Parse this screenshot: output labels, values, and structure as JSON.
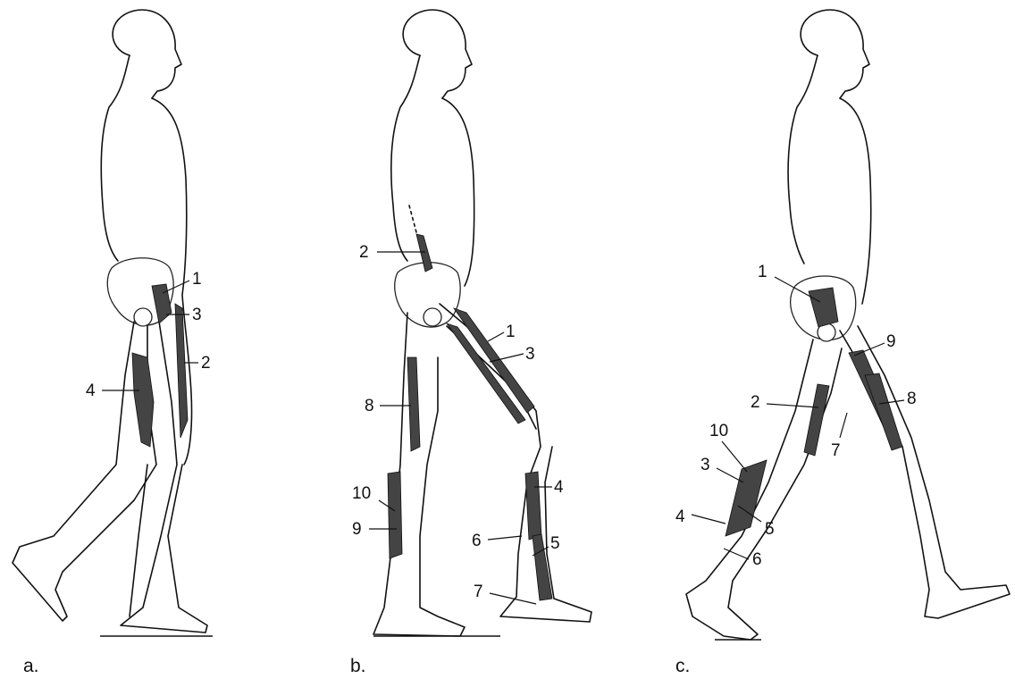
{
  "panels": [
    {
      "letter": "a.",
      "labels": [
        "1",
        "3",
        "2",
        "4"
      ]
    },
    {
      "letter": "b.",
      "labels": [
        "2",
        "1",
        "3",
        "8",
        "4",
        "10",
        "9",
        "6",
        "5",
        "7"
      ]
    },
    {
      "letter": "c.",
      "labels": [
        "1",
        "9",
        "2",
        "8",
        "10",
        "7",
        "3",
        "5",
        "4",
        "6"
      ]
    }
  ]
}
